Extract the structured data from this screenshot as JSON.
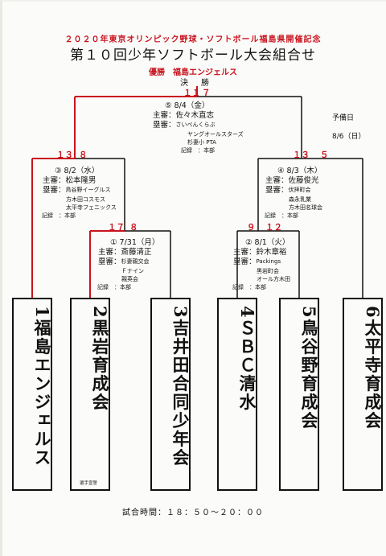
{
  "header": {
    "subtitle": "２０２０年東京オリンピック野球・ソフトボール福島県開催記念",
    "title": "第１０回少年ソフトボール大会組合せ"
  },
  "final": {
    "champion_label": "優勝　福島エンジェルス",
    "label": "決　勝",
    "score_left": "１１",
    "score_right": "７",
    "game_no": "⑤ 8/4（金）",
    "umpire_chief": "主審：佐々木直志",
    "umpire_base_label": "塁審：",
    "umpire_base_1": "さいべんくらぶ",
    "umpire_base_2": "ヤングオールスターズ",
    "umpire_base_3": "杉妻小 PTA",
    "recorder": "記録　：本部"
  },
  "reserve": {
    "label": "予備日",
    "date": "8/6（日）"
  },
  "semi_left": {
    "score_left": "１３",
    "score_right": "８",
    "game_no": "③ 8/2（水）",
    "umpire_chief": "主審：松本隆男",
    "umpire_base_label": "塁審：",
    "umpire_base_1": "鳥谷野イーグルス",
    "umpire_base_2": "方木田コスモス",
    "umpire_base_3": "太平寺フェニックス",
    "recorder": "記録　：本部"
  },
  "semi_right": {
    "score_left": "１３",
    "score_right": "５",
    "game_no": "④ 8/3（木）",
    "umpire_chief": "主審：佐藤俊光",
    "umpire_base_label": "塁審：",
    "umpire_base_1": "伏拝町会",
    "umpire_base_2": "森永乳業",
    "umpire_base_3": "方木田名球会",
    "recorder": "記録　：本部"
  },
  "first_left": {
    "score_left": "１７",
    "score_right": "８",
    "game_no": "① 7/31（月）",
    "umpire_chief": "主審：斎藤清正",
    "umpire_base_label": "塁審：",
    "umpire_base_1": "杉妻親交会",
    "umpire_base_2": "Ｆナイン",
    "umpire_base_3": "親英会",
    "recorder": "記録　：本部"
  },
  "first_right": {
    "score_left": "９",
    "score_right": "１２",
    "game_no": "② 8/1（火）",
    "umpire_chief": "主審：鈴木章裕",
    "umpire_base_label": "塁審：",
    "umpire_base_1": "Packings",
    "umpire_base_2": "黒岩町会",
    "umpire_base_3": "オール方木田",
    "recorder": "記録　：本部"
  },
  "teams": [
    {
      "name": "1福島エンジェルス"
    },
    {
      "name": "2黒岩育成会"
    },
    {
      "name": "3吉井田合同少年会"
    },
    {
      "name": "4ＳＢＣ清水"
    },
    {
      "name": "5鳥谷野育成会"
    },
    {
      "name": "6太平寺育成会"
    }
  ],
  "team2_note": "選手宣誓",
  "footer": {
    "game_time": "試合時間：１８：５０〜２０：００"
  },
  "colors": {
    "winner_line": "#c8141e",
    "loser_line": "#111111"
  }
}
